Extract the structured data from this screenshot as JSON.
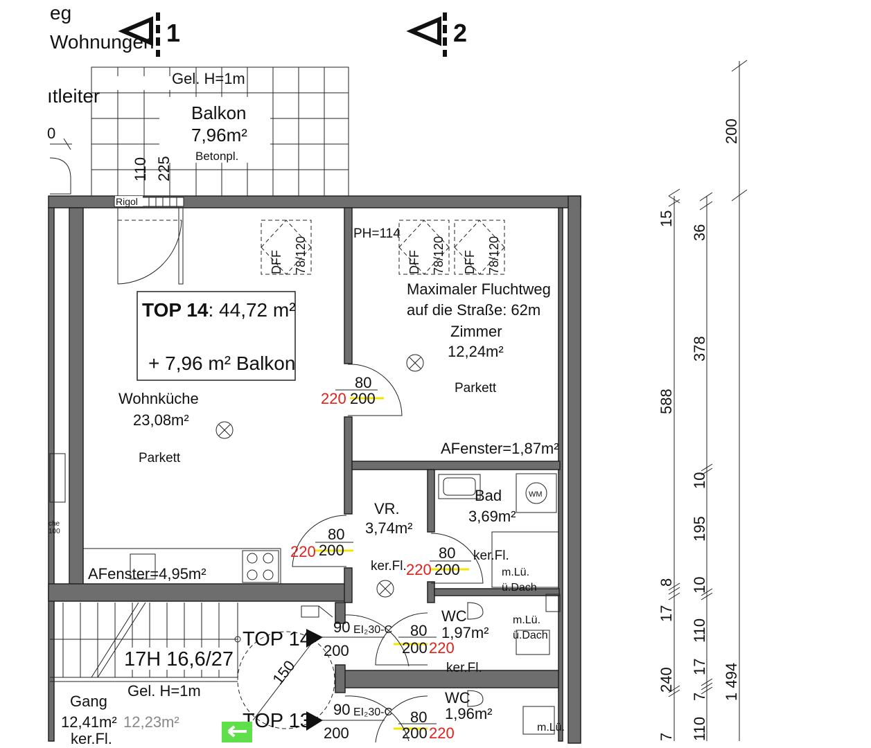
{
  "title_partial": [
    "eg",
    "Wohnungen"
  ],
  "section_markers": [
    "1",
    "2"
  ],
  "left_partial": [
    "ıtleiter",
    "0",
    "che",
    "100"
  ],
  "balcony": {
    "railing": "Gel. H=1m",
    "name": "Balkon",
    "area": "7,96m²",
    "surface": "Betonpl.",
    "dim_a": "110",
    "dim_b": "225",
    "drain": "Rigol"
  },
  "summary": {
    "unit": "TOP 14",
    "area": ": 44,72 m²",
    "balcony_extra": "+ 7,96 m² Balkon"
  },
  "rooms": {
    "wohnkueche": {
      "name": "Wohnküche",
      "area": "23,08m²",
      "floor": "Parkett",
      "window": "AFenster=4,95m²"
    },
    "zimmer": {
      "ph": "PH=114",
      "escape_1": "Maximaler Fluchtweg",
      "escape_2": "auf die Straße: 62m",
      "name": "Zimmer",
      "area": "12,24m²",
      "floor": "Parkett",
      "window": "AFenster=1,87m²"
    },
    "vr": {
      "name": "VR.",
      "area": "3,74m²",
      "floor": "ker.Fl."
    },
    "bad": {
      "name": "Bad",
      "area": "3,69m²",
      "floor": "ker.Fl.",
      "vent_1": "m.Lü.",
      "vent_2": "ü.Dach",
      "appliance": "WM"
    },
    "wc1": {
      "name": "WC",
      "area": "1,97m²",
      "floor": "ker.Fl.",
      "vent_1": "m.Lü.",
      "vent_2": "ü.Dach"
    },
    "wc2": {
      "name": "WC",
      "area": "1,96m²",
      "vent": "m.Lü."
    },
    "gang": {
      "name": "Gang",
      "area": "12,41m²",
      "area_alt": "12,23m²",
      "floor": "ker.Fl.",
      "railing": "Gel. H=1m",
      "stairs": "17H 16,6/27",
      "turn": "150"
    }
  },
  "skylights": [
    {
      "type": "DFF",
      "size": "78/120"
    },
    {
      "type": "DFF",
      "size": "78/120"
    },
    {
      "type": "DFF",
      "size": "78/120"
    }
  ],
  "doors": {
    "zimmer": {
      "w": "80",
      "h": "200",
      "rh": "220"
    },
    "wohn": {
      "w": "80",
      "h": "200",
      "rh": "220"
    },
    "bad": {
      "w": "80",
      "h": "200",
      "rh": "220"
    },
    "wc1": {
      "w": "80",
      "h": "200",
      "rh": "220"
    },
    "wc2": {
      "w": "80",
      "h": "200",
      "rh": "220"
    },
    "entry14": {
      "label": "TOP 14",
      "w": "90",
      "rating": "EI₂30-C",
      "h": "200"
    },
    "entry13": {
      "label": "TOP 13",
      "w": "90",
      "rating": "EI₂30-C",
      "h": "200"
    }
  },
  "dimensions": {
    "chain1": [
      "15",
      "588",
      "8",
      "17",
      "240",
      "7"
    ],
    "chain2": [
      "36",
      "378",
      "10",
      "195",
      "10",
      "110",
      "17",
      "7",
      "110"
    ],
    "chain3": [
      "200",
      "1 494"
    ]
  },
  "colors": {
    "wall": "#6e6e6e",
    "door_height_red": "#e0201a",
    "door_yellow": "#f2e600",
    "exit_green": "#5fe04a"
  }
}
